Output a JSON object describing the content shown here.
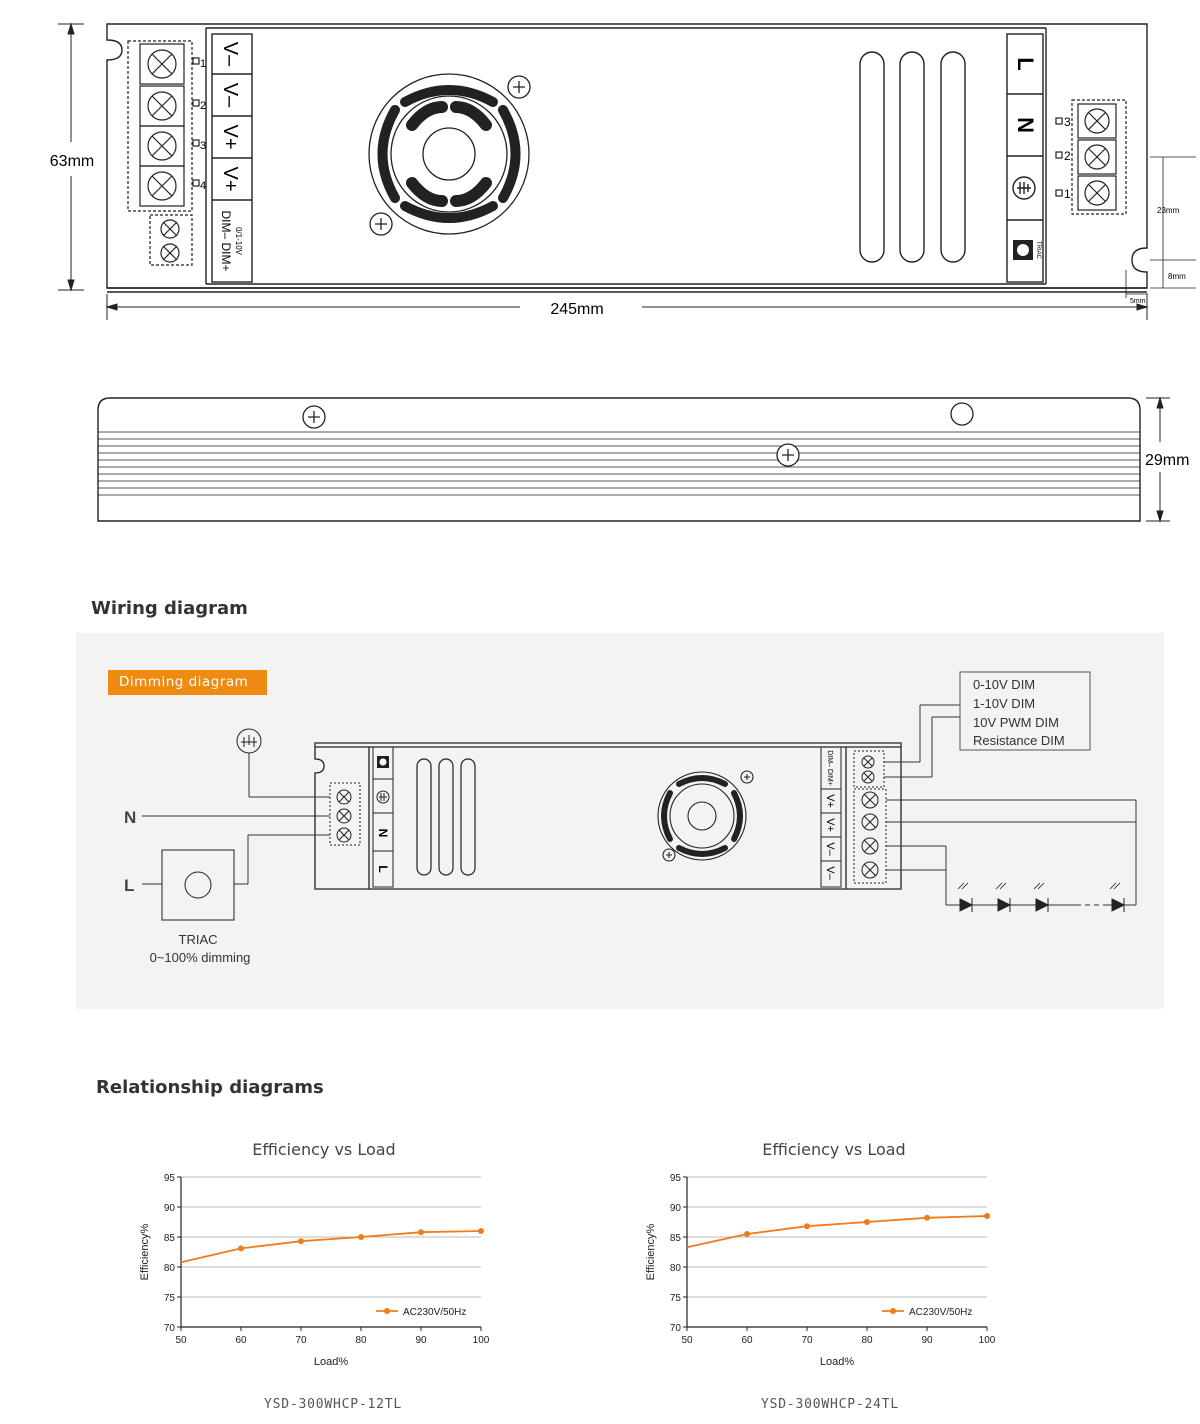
{
  "dimensions": {
    "width": "245mm",
    "height": "63mm",
    "depth": "29mm",
    "terminal_spacing": "23mm",
    "terminal_offset": "8mm",
    "edge_offset": "5mm"
  },
  "device_labels": {
    "output_terminals": [
      "V–",
      "V–",
      "V+",
      "V+"
    ],
    "dim_terminal": "DIM–  DIM+",
    "dim_range": "0/1-10V",
    "input_terminals": [
      "L",
      "N"
    ],
    "triac_label": "TRIAC",
    "left_pin_numbers": [
      "1",
      "2",
      "3",
      "4"
    ],
    "right_pin_numbers": [
      "3",
      "2",
      "1"
    ]
  },
  "wiring": {
    "section_title": "Wiring diagram",
    "badge": "Dimming diagram",
    "dim_modes": [
      "0-10V DIM",
      "1-10V DIM",
      "10V PWM DIM",
      "Resistance DIM"
    ],
    "input_labels": {
      "n": "N",
      "l": "L"
    },
    "triac_caption": "TRIAC",
    "triac_range": "0~100% dimming",
    "module_terminals": [
      "V–",
      "V–",
      "V+",
      "V+"
    ],
    "module_dim": "DIM–  DIM+",
    "module_inputs": [
      "N",
      "L"
    ]
  },
  "relationship": {
    "section_title": "Relationship diagrams"
  },
  "colors": {
    "accent": "#ef8a12",
    "line": "#f07c1c",
    "stroke": "#222222",
    "panel": "#f3f3f2"
  },
  "chart_data": [
    {
      "type": "line",
      "title": "Efficiency vs Load",
      "model": "YSD-300WHCP-12TL",
      "xlabel": "Load%",
      "ylabel": "Efficiency%",
      "xlim": [
        50,
        100
      ],
      "ylim": [
        70,
        95
      ],
      "xticks": [
        50,
        60,
        70,
        80,
        90,
        100
      ],
      "yticks": [
        70,
        75,
        80,
        85,
        90,
        95
      ],
      "grid": true,
      "legend": "bottom-right",
      "series": [
        {
          "name": "AC230V/50Hz",
          "x": [
            50,
            60,
            70,
            80,
            90,
            100
          ],
          "y": [
            80.8,
            83.1,
            84.3,
            85.0,
            85.8,
            86.0
          ]
        }
      ]
    },
    {
      "type": "line",
      "title": "Efficiency vs Load",
      "model": "YSD-300WHCP-24TL",
      "xlabel": "Load%",
      "ylabel": "Efficiency%",
      "xlim": [
        50,
        100
      ],
      "ylim": [
        70,
        95
      ],
      "xticks": [
        50,
        60,
        70,
        80,
        90,
        100
      ],
      "yticks": [
        70,
        75,
        80,
        85,
        90,
        95
      ],
      "grid": true,
      "legend": "bottom-right",
      "series": [
        {
          "name": "AC230V/50Hz",
          "x": [
            50,
            60,
            70,
            80,
            90,
            100
          ],
          "y": [
            83.3,
            85.5,
            86.8,
            87.5,
            88.2,
            88.5
          ]
        }
      ]
    }
  ]
}
